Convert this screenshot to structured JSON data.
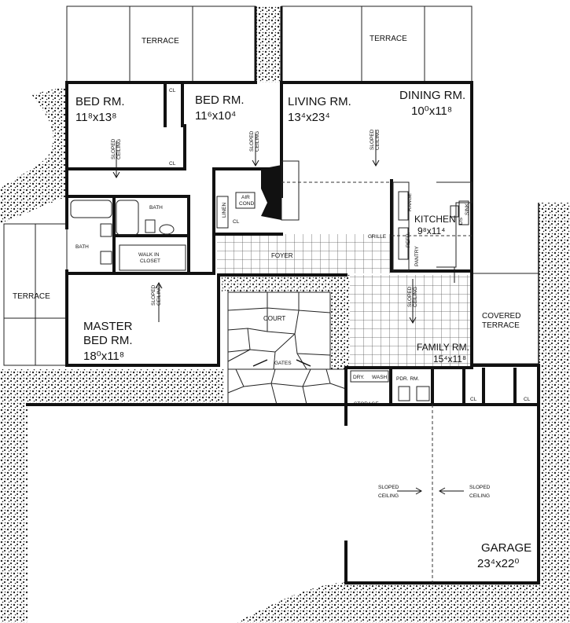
{
  "rooms": {
    "terrace_left_top": "TERRACE",
    "terrace_right_top": "TERRACE",
    "terrace_west": "TERRACE",
    "bed1": {
      "name": "BED RM.",
      "dims": "11⁸x13⁸"
    },
    "bed2": {
      "name": "BED RM.",
      "dims": "11⁶x10⁴"
    },
    "living": {
      "name": "LIVING RM.",
      "dims": "13⁴x23⁴"
    },
    "dining": {
      "name": "DINING RM.",
      "dims": "10⁰x11⁸"
    },
    "kitchen": {
      "name": "KITCHEN",
      "dims": "9⁸x11⁴"
    },
    "master": {
      "name1": "MASTER",
      "name2": "BED RM.",
      "dims": "18⁰x11⁸"
    },
    "family": {
      "name": "FAMILY RM.",
      "dims": "15⁴x11⁸"
    },
    "covered_terrace": {
      "line1": "COVERED",
      "line2": "TERRACE"
    },
    "garage": {
      "name": "GARAGE",
      "dims": "23⁴x22⁰"
    },
    "court": "COURT",
    "foyer": "FOYER"
  },
  "small_labels": {
    "bath_upper": "BATH",
    "bath_master": "BATH",
    "walkin1": "WALK IN",
    "walkin2": "CLOSET",
    "linen": "LINEN",
    "air1": "AIR",
    "air2": "COND.",
    "cl_a": "CL",
    "cl_b": "CL",
    "cl_c": "CL",
    "cl_d": "CL",
    "cl_e": "CL",
    "grille": "GRILLE",
    "range": "RANGE",
    "refr": "REFR.",
    "pantry": "PANTRY",
    "sink": "SINK",
    "ds": "DS",
    "gates": "GATES",
    "dry": "DRY.",
    "wash": "WASH",
    "pdr": "PDR. RM.",
    "storage": "STORAGE"
  },
  "sloped": {
    "line1": "SLOPED",
    "line2": "CEILING"
  }
}
